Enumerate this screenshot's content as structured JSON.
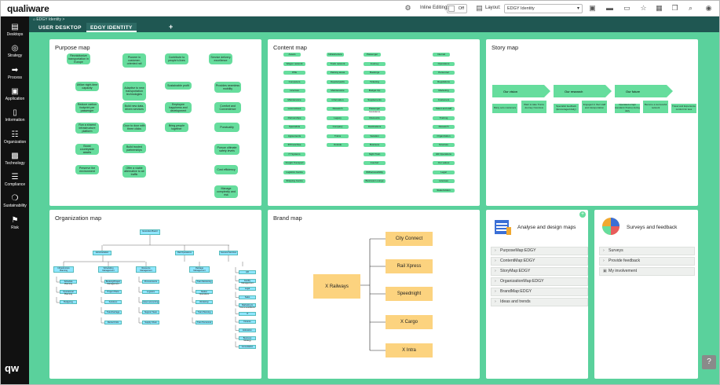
{
  "app": {
    "logo": "qualiware",
    "bottom_logo": "qw"
  },
  "topbar": {
    "inline_editing_label": "Inline Editing:",
    "inline_editing_value": "Off",
    "layout_label": "Layout:",
    "layout_value": "EDGY Identity",
    "icons": [
      "settings-icon",
      "clipboard-icon",
      "folder-icon",
      "monitor-icon",
      "star-icon",
      "grid-icon",
      "copy-icon",
      "search-icon",
      "user-icon"
    ]
  },
  "sidebar": {
    "items": [
      {
        "label": "Desktops",
        "icon": "desktop-icon"
      },
      {
        "label": "Strategy",
        "icon": "target-icon"
      },
      {
        "label": "Process",
        "icon": "process-icon"
      },
      {
        "label": "Application",
        "icon": "application-icon"
      },
      {
        "label": "Information",
        "icon": "document-icon"
      },
      {
        "label": "Organization",
        "icon": "org-icon"
      },
      {
        "label": "Technology",
        "icon": "chip-icon"
      },
      {
        "label": "Compliance",
        "icon": "checklist-icon"
      },
      {
        "label": "Sustainability",
        "icon": "leaf-icon"
      },
      {
        "label": "Risk",
        "icon": "flag-icon"
      }
    ]
  },
  "breadcrumb": "EDGY Identity >",
  "tabs": [
    {
      "label": "USER DESKTOP"
    },
    {
      "label": "EDGY IDENTITY"
    }
  ],
  "cards": {
    "purpose": {
      "title": "Purpose map",
      "items": [
        "Revolutionize transportation in Europe",
        "Pioneer in customer-oriented rail",
        "Contribute to people's lives",
        "Service delivery excellence",
        "Utilize night-time capacity",
        "Adaptive to new transportation technologies",
        "Sustainable profit",
        "Provides seamless mobility",
        "Reduce carbon footprint per passenger",
        "Build new data-driven services",
        "Employee happiness and development",
        "Comfort and Convenience",
        "Run a shared infrastructure platform",
        "Door to door with three clicks",
        "Bring people together",
        "Punctuality",
        "Boost countryside assets",
        "Build trusted partnerships",
        "Pursue ultimate safety levels",
        "Preserve the environment",
        "Offer a viable alternative to air traffic",
        "Cost efficiency",
        "Manage complexity and risk"
      ]
    },
    "content": {
      "title": "Content map",
      "columns": [
        [
          "Assets",
          "Wagon network",
          "PPE",
          "Computers",
          "Licenses",
          "Maintenance",
          "Locomotives",
          "Partnerships",
          "Specialists",
          "Agreements",
          "IP/Franchise",
          "IT Systems",
          "Freight Transport",
          "Logistics Centre",
          "Shipping Centre"
        ],
        [
          "Infrastructure",
          "Track network",
          "Parking areas",
          "Depots/yards",
          "Maintenance",
          "Information",
          "Research",
          "Legacy",
          "Company",
          "Trains",
          "Outside"
        ],
        [
          "Passenger",
          "Journey",
          "Bookings",
          "Ticketing",
          "Budget trip",
          "Supplements",
          "Passenger Assistance",
          "Discounts",
          "Destinations",
          "Vacation",
          "Business",
          "Night Train",
          "Comfort",
          "Wifi/accessibility",
          "Business Lounge"
        ],
        [
          "Internal",
          "Operations",
          "Personnel",
          "Regulations",
          "Marketing",
          "Customers",
          "Talent and staff",
          "Training",
          "Research",
          "Organization",
          "Structure",
          "HR Operations",
          "Our values",
          "Legal",
          "Licenses",
          "Stakeholders"
        ]
      ]
    },
    "story": {
      "title": "Story map",
      "headers": [
        "Our vision",
        "Our research",
        "Our future"
      ],
      "items": [
        "Many solo customers",
        "Want to take Trains Journey Overview",
        "Specialist feedback (Encouraged daily)",
        "Engaged in their staff and transportation",
        "Operated a high standard (Trains) during daily",
        "Become a successful network",
        "Travel and Experience comfort for less"
      ]
    },
    "org": {
      "title": "Organization map",
      "root": "Executive Board",
      "branches": [
        {
          "name": "Administration",
          "children": [
            {
              "name": "Infrastructure Planning",
              "children": [
                "Schedule Planning",
                "Operational Planning",
                "Budgeting"
              ]
            },
            {
              "name": "Scheduling Management",
              "children": [
                "Booking/Project Management",
                "Project Plans",
                "Solutions",
                "Train/Carriage",
                "Rental Units"
              ]
            },
            {
              "name": "Resource Management",
              "children": [
                "Procurements",
                "Logistics",
                "Asset accounting",
                "Support Team",
                "Supply Chain"
              ]
            }
          ]
        },
        {
          "name": "Rail Operations",
          "children": [
            {
              "name": "Package Management",
              "children": [
                "Train Monitoring",
                "Station Operations",
                "Workshop",
                "Train Planning",
                "Train Personnel"
              ]
            }
          ]
        },
        {
          "name": "General Services",
          "children": [
            {
              "name": "",
              "children": [
                "HR",
                "Facility Management",
                "Legal",
                "Sales",
                "Marketing & Communications",
                "IT",
                "Finance",
                "Education",
                "Business Strategy",
                "Consultation"
              ]
            }
          ]
        }
      ]
    },
    "brand": {
      "title": "Brand map",
      "root": "X Railways",
      "children": [
        "City Connect",
        "Rail Xpress",
        "Speednight",
        "X Cargo",
        "X Intra"
      ]
    },
    "analyse": {
      "title": "Analyse and design maps",
      "items": [
        "PurposeMap:EDGY",
        "ContentMap:EDGY",
        "StoryMap:EDGY",
        "OrganizationMap:EDGY",
        "BrandMap:EDGY",
        "Ideas and trends"
      ]
    },
    "surveys": {
      "title": "Surveys and feedback",
      "items": [
        "Surveys",
        "Provide feedback",
        "My involvement"
      ]
    }
  },
  "help_label": "?",
  "colors": {
    "accent": "#1f5752",
    "canvas": "#5ad19c",
    "node": "#66dd9d",
    "brand_node": "#fcd37f",
    "org_node": "#8fe6ff"
  }
}
